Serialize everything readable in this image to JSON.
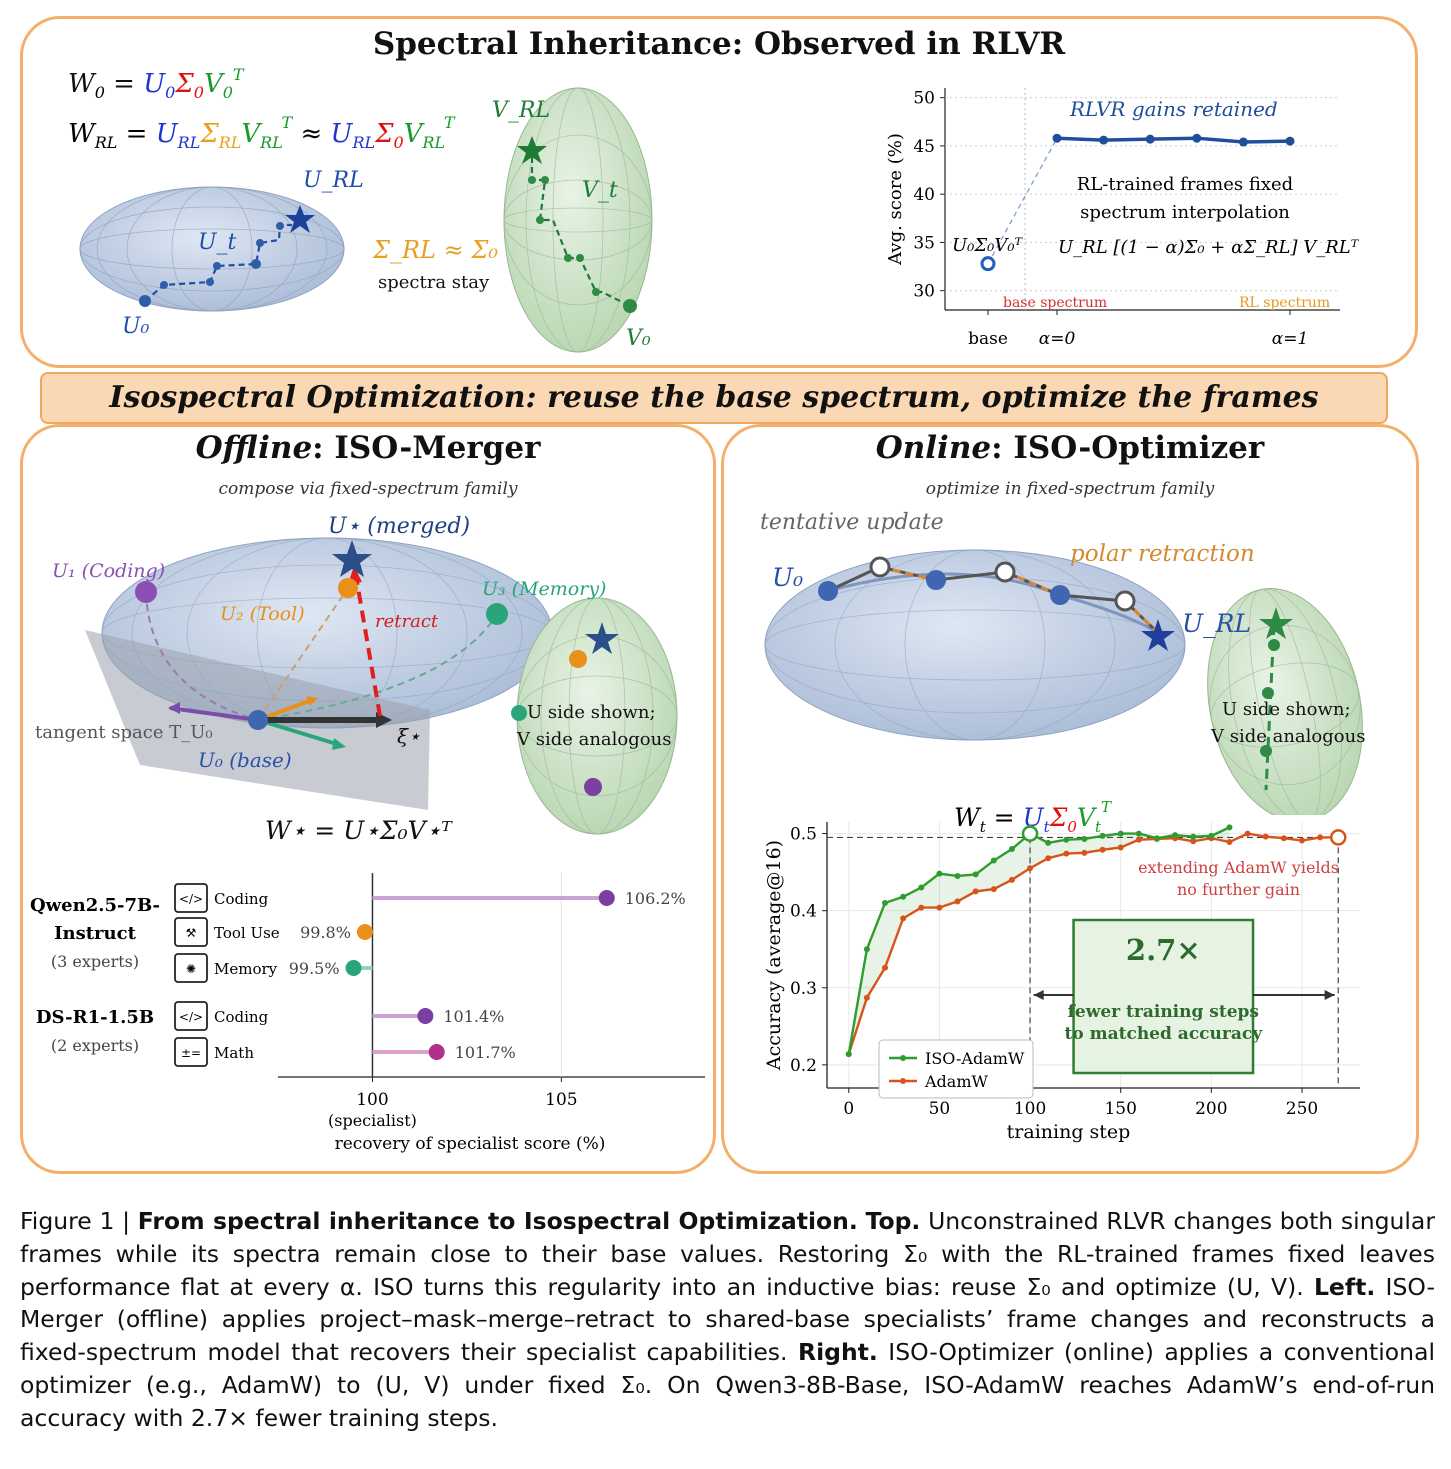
{
  "top": {
    "title": "Spectral Inheritance: Observed in RLVR",
    "eq1": "W₀ = U₀Σ₀V₀ᵀ",
    "eq2": "W_RL = U_RL Σ_RL V_RLᵀ ≈ U_RL Σ₀ V_RLᵀ",
    "u_rl": "U_RL",
    "u_t": "U_t",
    "u_0": "U₀",
    "v_rl": "V_RL",
    "v_t": "V_t",
    "v_0": "V₀",
    "sigma_eq": "Σ_RL ≈ Σ₀",
    "spectra_stay": "spectra stay"
  },
  "banner": "Isospectral Optimization: reuse the base spectrum, optimize the frames",
  "left": {
    "title_italic": "Offline",
    "title_rest": ": ISO-Merger",
    "subtitle": "compose via fixed-spectrum family",
    "u_star": "U⋆ (merged)",
    "u1": "U₁ (Coding)",
    "u2": "U₂ (Tool)",
    "u3": "U₃ (Memory)",
    "retract": "retract",
    "tangent": "tangent space T_U₀",
    "u0_base": "U₀ (base)",
    "xi": "ξ⋆",
    "u_side": "U side shown;",
    "v_side": "V side analogous",
    "w_star": "W⋆ = U⋆Σ₀V⋆ᵀ"
  },
  "right": {
    "title_italic": "Online",
    "title_rest": ": ISO-Optimizer",
    "subtitle": "optimize in fixed-spectrum family",
    "tentative": "tentative update",
    "polar": "polar retraction",
    "u0": "U₀",
    "url": "U_RL",
    "u_side": "U side shown;",
    "v_side": "V side analogous",
    "w_t": "W_t = U_tΣ₀V_tᵀ",
    "extend_note_1": "extending AdamW yields",
    "extend_note_2": "no further gain",
    "box_big": "2.7×",
    "box_small_1": "fewer training steps",
    "box_small_2": "to matched accuracy"
  },
  "caption": {
    "fig": "Figure 1 | ",
    "bold_title": "From spectral inheritance to Isospectral Optimization.",
    "top_label": "Top.",
    "top_text": " Unconstrained RLVR changes both singular frames while its spectra remain close to their base values. Restoring Σ₀ with the RL-trained frames fixed leaves performance flat at every α. ISO turns this regularity into an inductive bias: reuse Σ₀ and optimize (U, V). ",
    "left_label": "Left.",
    "left_text": " ISO-Merger (offline) applies project–mask–merge–retract to shared-base specialists’ frame changes and reconstructs a fixed-spectrum model that recovers their specialist capabilities. ",
    "right_label": "Right.",
    "right_text": " ISO-Optimizer (online) applies a conventional optimizer (e.g., AdamW) to (U, V) under fixed Σ₀. On Qwen3-8B-Base, ISO-AdamW reaches AdamW’s end-of-run accuracy with 2.7× fewer training steps."
  },
  "chart_data": [
    {
      "type": "line",
      "title": "",
      "ylabel": "Avg. score (%)",
      "ylim": [
        28,
        51
      ],
      "yticks": [
        30,
        35,
        40,
        45,
        50
      ],
      "xtick_labels": [
        "base",
        "α=0",
        "α=1"
      ],
      "base_point": 32.8,
      "base_label": "U₀Σ₀V₀ᵀ",
      "series": [
        {
          "name": "",
          "x": [
            0,
            0.2,
            0.4,
            0.6,
            0.8,
            1.0
          ],
          "values": [
            45.8,
            45.6,
            45.7,
            45.8,
            45.4,
            45.5
          ]
        }
      ],
      "annotations": [
        "RLVR gains retained",
        "RL-trained frames fixed",
        "spectrum interpolation",
        "U_RL [(1 − α)Σ₀ + αΣ_RL] V_RLᵀ",
        "base spectrum",
        "RL spectrum"
      ],
      "colors": {
        "series": "#1f4e9a",
        "base": "#1f5fbf",
        "base_spectrum": "#d03030",
        "rl_spectrum": "#e69a20"
      }
    },
    {
      "type": "bar",
      "orientation": "horizontal-lollipop",
      "xlabel": "recovery of specialist score (%)",
      "xlim": [
        97.5,
        108.8
      ],
      "xticks": [
        100,
        105
      ],
      "xtick_sublabel": "(specialist)",
      "groups": [
        {
          "model": "Qwen2.5-7B-",
          "model2": "Instruct",
          "experts": "(3 experts)"
        },
        {
          "model": "DS-R1-1.5B",
          "model2": "",
          "experts": "(2 experts)"
        }
      ],
      "categories": [
        "Coding",
        "Tool Use",
        "Memory",
        "Coding",
        "Math"
      ],
      "icons": [
        "code-icon",
        "tools-icon",
        "brain-icon",
        "code-icon",
        "calculator-icon"
      ],
      "values": [
        106.2,
        99.8,
        99.5,
        101.4,
        101.7
      ],
      "value_labels": [
        "106.2%",
        "99.8%",
        "99.5%",
        "101.4%",
        "101.7%"
      ],
      "colors": [
        "#7b3fa0",
        "#e8901a",
        "#2aa57a",
        "#7b3fa0",
        "#b0308a"
      ],
      "stem_colors": [
        "#c9a3d6",
        "#f2c48a",
        "#8fd6b8",
        "#c9a3d6",
        "#dfa0cf"
      ]
    },
    {
      "type": "line",
      "xlabel": "training step",
      "ylabel": "Accuracy (average@16)",
      "xlim": [
        -12,
        282
      ],
      "ylim": [
        0.17,
        0.515
      ],
      "xticks": [
        0,
        50,
        100,
        150,
        200,
        250
      ],
      "yticks": [
        0.2,
        0.3,
        0.4,
        0.5
      ],
      "legend": "bottom-left",
      "series": [
        {
          "name": "ISO-AdamW",
          "color": "#2e9c2e",
          "x": [
            0,
            10,
            20,
            30,
            40,
            50,
            60,
            70,
            80,
            90,
            100,
            110,
            120,
            130,
            140,
            150,
            160,
            170,
            180,
            190,
            200,
            210
          ],
          "values": [
            0.214,
            0.35,
            0.41,
            0.418,
            0.43,
            0.448,
            0.445,
            0.447,
            0.465,
            0.48,
            0.5,
            0.488,
            0.492,
            0.493,
            0.497,
            0.5,
            0.5,
            0.494,
            0.498,
            0.496,
            0.497,
            0.508
          ]
        },
        {
          "name": "AdamW",
          "color": "#d6541a",
          "x": [
            0,
            10,
            20,
            30,
            40,
            50,
            60,
            70,
            80,
            90,
            100,
            110,
            120,
            130,
            140,
            150,
            160,
            170,
            180,
            190,
            200,
            210,
            220,
            230,
            240,
            250,
            260,
            270
          ],
          "values": [
            0.214,
            0.287,
            0.326,
            0.39,
            0.404,
            0.404,
            0.412,
            0.425,
            0.428,
            0.44,
            0.455,
            0.468,
            0.474,
            0.475,
            0.479,
            0.482,
            0.492,
            0.493,
            0.494,
            0.49,
            0.494,
            0.489,
            0.5,
            0.496,
            0.494,
            0.491,
            0.495,
            0.495
          ]
        }
      ],
      "reference_y": 0.495
    }
  ]
}
